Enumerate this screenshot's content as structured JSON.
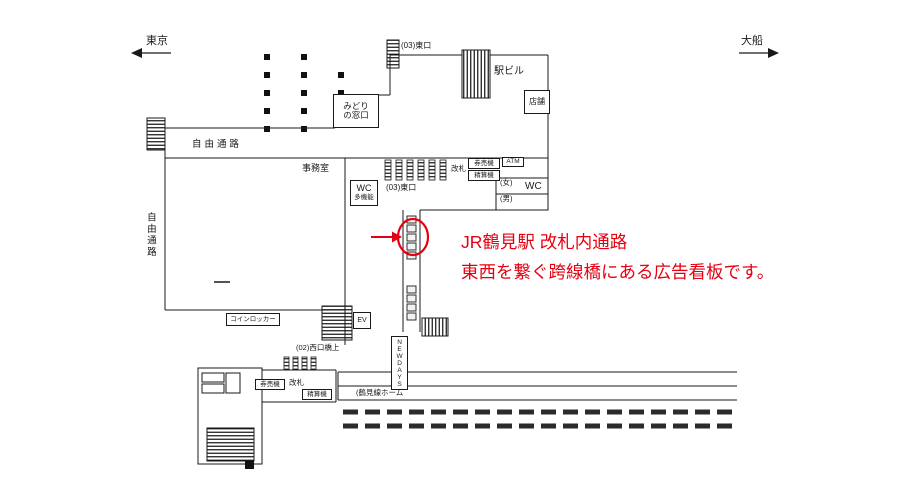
{
  "directions": {
    "west_label": "東京",
    "east_label": "大船"
  },
  "annotation": {
    "line1": "JR鶴見駅 改札内通路",
    "line2": "東西を繋ぐ跨線橋にある広告看板です。",
    "color": "#e60012"
  },
  "labels": {
    "east_exit_upper": "(03)東口",
    "station_building": "駅ビル",
    "shop": "店舗",
    "ticket_office_line1": "みどり",
    "ticket_office_line2": "の窓口",
    "free_passage_horizontal": "自由通路",
    "free_passage_vertical": "自由通路",
    "office": "事務室",
    "wc": "WC",
    "wc_multifunction": "多機能",
    "east_exit_lower": "(03)東口",
    "gate_east": "改札",
    "ticket_machine_east": "券売機",
    "fare_adjust_east": "精算機",
    "atm": "ATM",
    "toilet_women": "(女)",
    "toilet_men": "(男)",
    "wc_east_side": "WC",
    "coin_locker": "コインロッカー",
    "elevator": "EV",
    "west_exit_bridge": "(02)西口橋上",
    "newdays": "NEWDAYS",
    "ticket_machine_west": "券売機",
    "gate_west": "改札",
    "fare_adjust_west": "精算機",
    "tsurumi_line_platform": "(鶴見線ホーム"
  }
}
